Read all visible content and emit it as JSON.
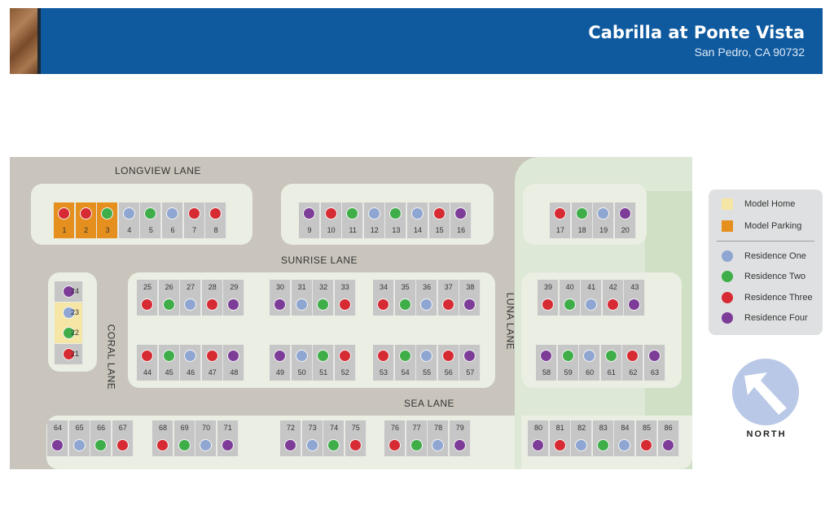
{
  "header": {
    "title": "Cabrilla at Ponte Vista",
    "subtitle": "San Pedro, CA 90732"
  },
  "streets": {
    "longview": "LONGVIEW LANE",
    "sunrise": "SUNRISE LANE",
    "sea": "SEA LANE",
    "coral": "CORAL LANE",
    "luna": "LUNA LANE"
  },
  "legend": {
    "model_home": "Model Home",
    "model_parking": "Model Parking",
    "residence_one": "Residence One",
    "residence_two": "Residence Two",
    "residence_three": "Residence Three",
    "residence_four": "Residence Four"
  },
  "colors": {
    "residence_one": "#8ea6d1",
    "residence_two": "#3fae49",
    "residence_three": "#d72b34",
    "residence_four": "#7d3c98",
    "model_home": "#f6e6a6",
    "model_parking": "#e48f1e"
  },
  "north_label": "NORTH",
  "lots": [
    {
      "n": "1",
      "r": 3,
      "t": "parking"
    },
    {
      "n": "2",
      "r": 3,
      "t": "parking"
    },
    {
      "n": "3",
      "r": 2,
      "t": "parking"
    },
    {
      "n": "4",
      "r": 1
    },
    {
      "n": "5",
      "r": 2
    },
    {
      "n": "6",
      "r": 1
    },
    {
      "n": "7",
      "r": 3
    },
    {
      "n": "8",
      "r": 3
    },
    {
      "n": "9",
      "r": 4
    },
    {
      "n": "10",
      "r": 3
    },
    {
      "n": "11",
      "r": 2
    },
    {
      "n": "12",
      "r": 1
    },
    {
      "n": "13",
      "r": 2
    },
    {
      "n": "14",
      "r": 1
    },
    {
      "n": "15",
      "r": 3
    },
    {
      "n": "16",
      "r": 4
    },
    {
      "n": "17",
      "r": 3
    },
    {
      "n": "18",
      "r": 2
    },
    {
      "n": "19",
      "r": 1
    },
    {
      "n": "20",
      "r": 4
    },
    {
      "n": "21",
      "r": 3
    },
    {
      "n": "22",
      "r": 2,
      "t": "model"
    },
    {
      "n": "23",
      "r": 1,
      "t": "model"
    },
    {
      "n": "24",
      "r": 4
    },
    {
      "n": "25",
      "r": 3
    },
    {
      "n": "26",
      "r": 2
    },
    {
      "n": "27",
      "r": 1
    },
    {
      "n": "28",
      "r": 3
    },
    {
      "n": "29",
      "r": 4
    },
    {
      "n": "30",
      "r": 4
    },
    {
      "n": "31",
      "r": 1
    },
    {
      "n": "32",
      "r": 2
    },
    {
      "n": "33",
      "r": 3
    },
    {
      "n": "34",
      "r": 3
    },
    {
      "n": "35",
      "r": 2
    },
    {
      "n": "36",
      "r": 1
    },
    {
      "n": "37",
      "r": 3
    },
    {
      "n": "38",
      "r": 4
    },
    {
      "n": "39",
      "r": 3
    },
    {
      "n": "40",
      "r": 2
    },
    {
      "n": "41",
      "r": 1
    },
    {
      "n": "42",
      "r": 3
    },
    {
      "n": "43",
      "r": 4
    },
    {
      "n": "44",
      "r": 3
    },
    {
      "n": "45",
      "r": 2
    },
    {
      "n": "46",
      "r": 1
    },
    {
      "n": "47",
      "r": 3
    },
    {
      "n": "48",
      "r": 4
    },
    {
      "n": "49",
      "r": 4
    },
    {
      "n": "50",
      "r": 1
    },
    {
      "n": "51",
      "r": 2
    },
    {
      "n": "52",
      "r": 3
    },
    {
      "n": "53",
      "r": 3
    },
    {
      "n": "54",
      "r": 2
    },
    {
      "n": "55",
      "r": 1
    },
    {
      "n": "56",
      "r": 3
    },
    {
      "n": "57",
      "r": 4
    },
    {
      "n": "58",
      "r": 4
    },
    {
      "n": "59",
      "r": 2
    },
    {
      "n": "60",
      "r": 1
    },
    {
      "n": "61",
      "r": 2
    },
    {
      "n": "62",
      "r": 3
    },
    {
      "n": "63",
      "r": 4
    },
    {
      "n": "64",
      "r": 4
    },
    {
      "n": "65",
      "r": 1
    },
    {
      "n": "66",
      "r": 2
    },
    {
      "n": "67",
      "r": 3
    },
    {
      "n": "68",
      "r": 3
    },
    {
      "n": "69",
      "r": 2
    },
    {
      "n": "70",
      "r": 1
    },
    {
      "n": "71",
      "r": 4
    },
    {
      "n": "72",
      "r": 4
    },
    {
      "n": "73",
      "r": 1
    },
    {
      "n": "74",
      "r": 2
    },
    {
      "n": "75",
      "r": 3
    },
    {
      "n": "76",
      "r": 3
    },
    {
      "n": "77",
      "r": 2
    },
    {
      "n": "78",
      "r": 1
    },
    {
      "n": "79",
      "r": 4
    },
    {
      "n": "80",
      "r": 4
    },
    {
      "n": "81",
      "r": 3
    },
    {
      "n": "82",
      "r": 1
    },
    {
      "n": "83",
      "r": 2
    },
    {
      "n": "84",
      "r": 1
    },
    {
      "n": "85",
      "r": 3
    },
    {
      "n": "86",
      "r": 4
    }
  ]
}
